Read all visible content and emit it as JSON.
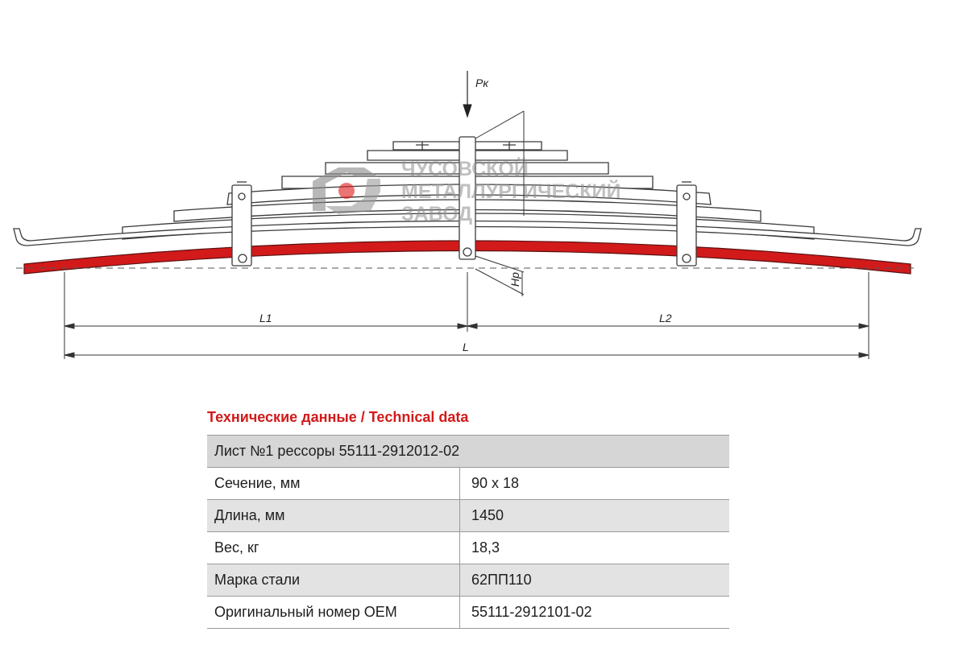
{
  "drawing": {
    "load_label": "Pк",
    "height_label": "Hр",
    "dim_l1": "L1",
    "dim_l2": "L2",
    "dim_total": "L",
    "accent_color": "#d21a1a"
  },
  "watermark": {
    "lines": [
      "ЧУСОВСКОЙ",
      "МЕТАЛЛУРГИЧЕСКИЙ",
      "ЗАВОД"
    ],
    "logo_icon": "chmz-logo-icon"
  },
  "technical": {
    "title": "Технические данные / Technical data",
    "header": "Лист №1 рессоры 55111-2912012-02",
    "rows": [
      {
        "label": "Сечение, мм",
        "value": "90 х 18"
      },
      {
        "label": "Длина, мм",
        "value": "1450"
      },
      {
        "label": "Вес, кг",
        "value": "18,3"
      },
      {
        "label": "Марка стали",
        "value": "62ПП110"
      },
      {
        "label": "Оригинальный номер OEM",
        "value": "55111-2912101-02"
      }
    ]
  }
}
